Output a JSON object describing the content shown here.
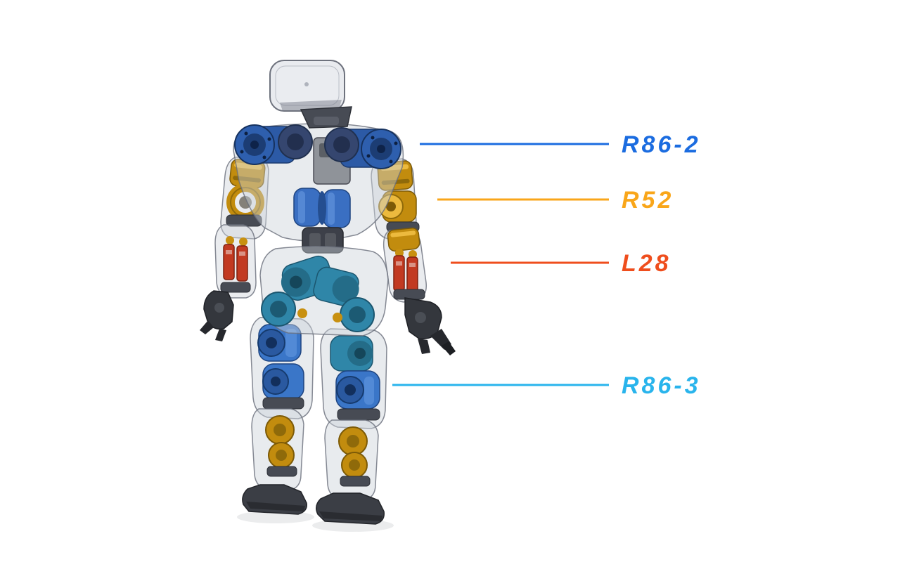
{
  "figure": {
    "background_color": "#ffffff"
  },
  "callouts": [
    {
      "label": "R86-2",
      "color": "#1b6ce0"
    },
    {
      "label": "R52",
      "color": "#f9a61a"
    },
    {
      "label": "L28",
      "color": "#ef4e1d"
    },
    {
      "label": "R86-3",
      "color": "#29b4ec"
    }
  ]
}
